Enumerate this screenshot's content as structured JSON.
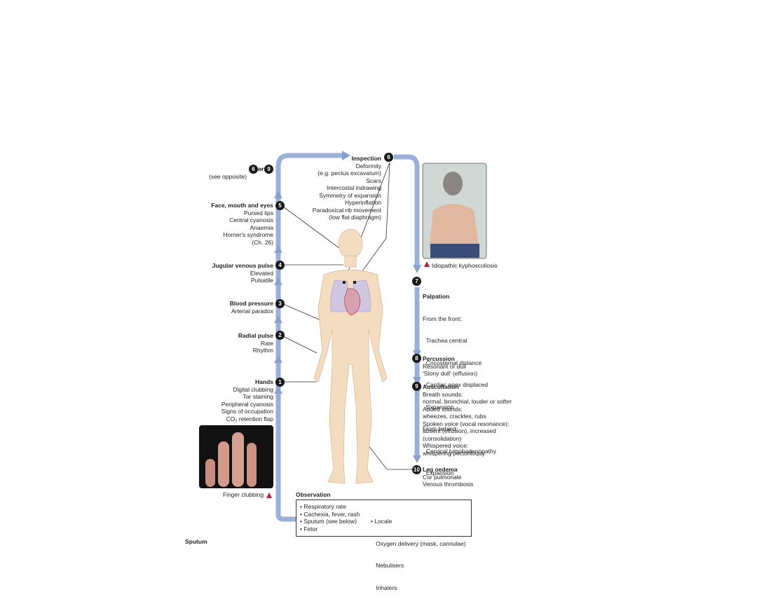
{
  "thorax": {
    "title": "Thorax",
    "num_a": "6",
    "dash": "–",
    "num_b": "9",
    "sub": "(see opposite)"
  },
  "face": {
    "title": "Face, mouth and eyes",
    "num": "5",
    "lines": [
      "Pursed lips",
      "Central cyanosis",
      "Anaemia",
      "Horner's syndrome",
      "(Ch. 26)"
    ]
  },
  "jvp": {
    "title": "Jugular venous pulse",
    "num": "4",
    "lines": [
      "Elevated",
      "Pulsatile"
    ]
  },
  "bp": {
    "title": "Blood pressure",
    "num": "3",
    "lines": [
      "Arterial paradox"
    ]
  },
  "radial": {
    "title": "Radial pulse",
    "num": "2",
    "lines": [
      "Rate",
      "Rhythm"
    ]
  },
  "hands": {
    "title": "Hands",
    "num": "1",
    "lines": [
      "Digital clubbing",
      "Tar staining",
      "Peripheral cyanosis",
      "Signs of occupation",
      "CO₂ retention flap"
    ]
  },
  "finger_caption": "Finger clubbing",
  "inspection": {
    "title": "Inspection",
    "num": "6",
    "lines": [
      "Deformity",
      "(e.g. pectus excavatum)",
      "Scars",
      "Intercostal indrawing",
      "Symmetry of expansion",
      "Hyperinflation",
      "Paradoxical rib movement",
      "(low flat diaphragm)"
    ]
  },
  "kypho_caption": "Idiopathic kyphoscoliosis",
  "palpation": {
    "title": "Palpation",
    "num": "7",
    "lines": [
      "From the front:",
      "  Trachea central",
      "  Cricosternal distance",
      "  Cardiac apex displaced",
      "  Expansion",
      "From behind:",
      "  Cervical lymphadenopathy",
      "  Expansion"
    ]
  },
  "percussion": {
    "title": "Percussion",
    "num": "8",
    "lines": [
      "Resonant or dull",
      "'Stony dull' (effusion)"
    ]
  },
  "auscultation": {
    "title": "Auscultation",
    "num": "9",
    "lines": [
      "Breath sounds:",
      "normal, bronchial, louder or softer",
      "Added sounds:",
      "wheezes, crackles, rubs",
      "Spoken voice (vocal resonance):",
      "absent (effusion), increased",
      "(consolidation)",
      "Whispered voice:",
      "whispering pectoriloquy"
    ]
  },
  "leg": {
    "title": "Leg oedema",
    "num": "10",
    "lines": [
      "Cor pulmonale",
      "Venous thrombosis"
    ]
  },
  "observation": {
    "title": "Observation",
    "col1": [
      "• Respiratory rate",
      "• Cachexia, fever, rash",
      "• Sputum (see below)",
      "• Fetor"
    ],
    "col2": [
      "• Locale",
      "   Oxygen delivery (mask, cannulae)",
      "   Nebulisers",
      "   Inhalers"
    ]
  },
  "sputum": "Sputum",
  "colors": {
    "arrow": "#8aa0cf",
    "skin": "#f3dcc0",
    "lung": "#cfc6e0",
    "heart": "#d9a0b0",
    "marker": "#b0243a"
  }
}
